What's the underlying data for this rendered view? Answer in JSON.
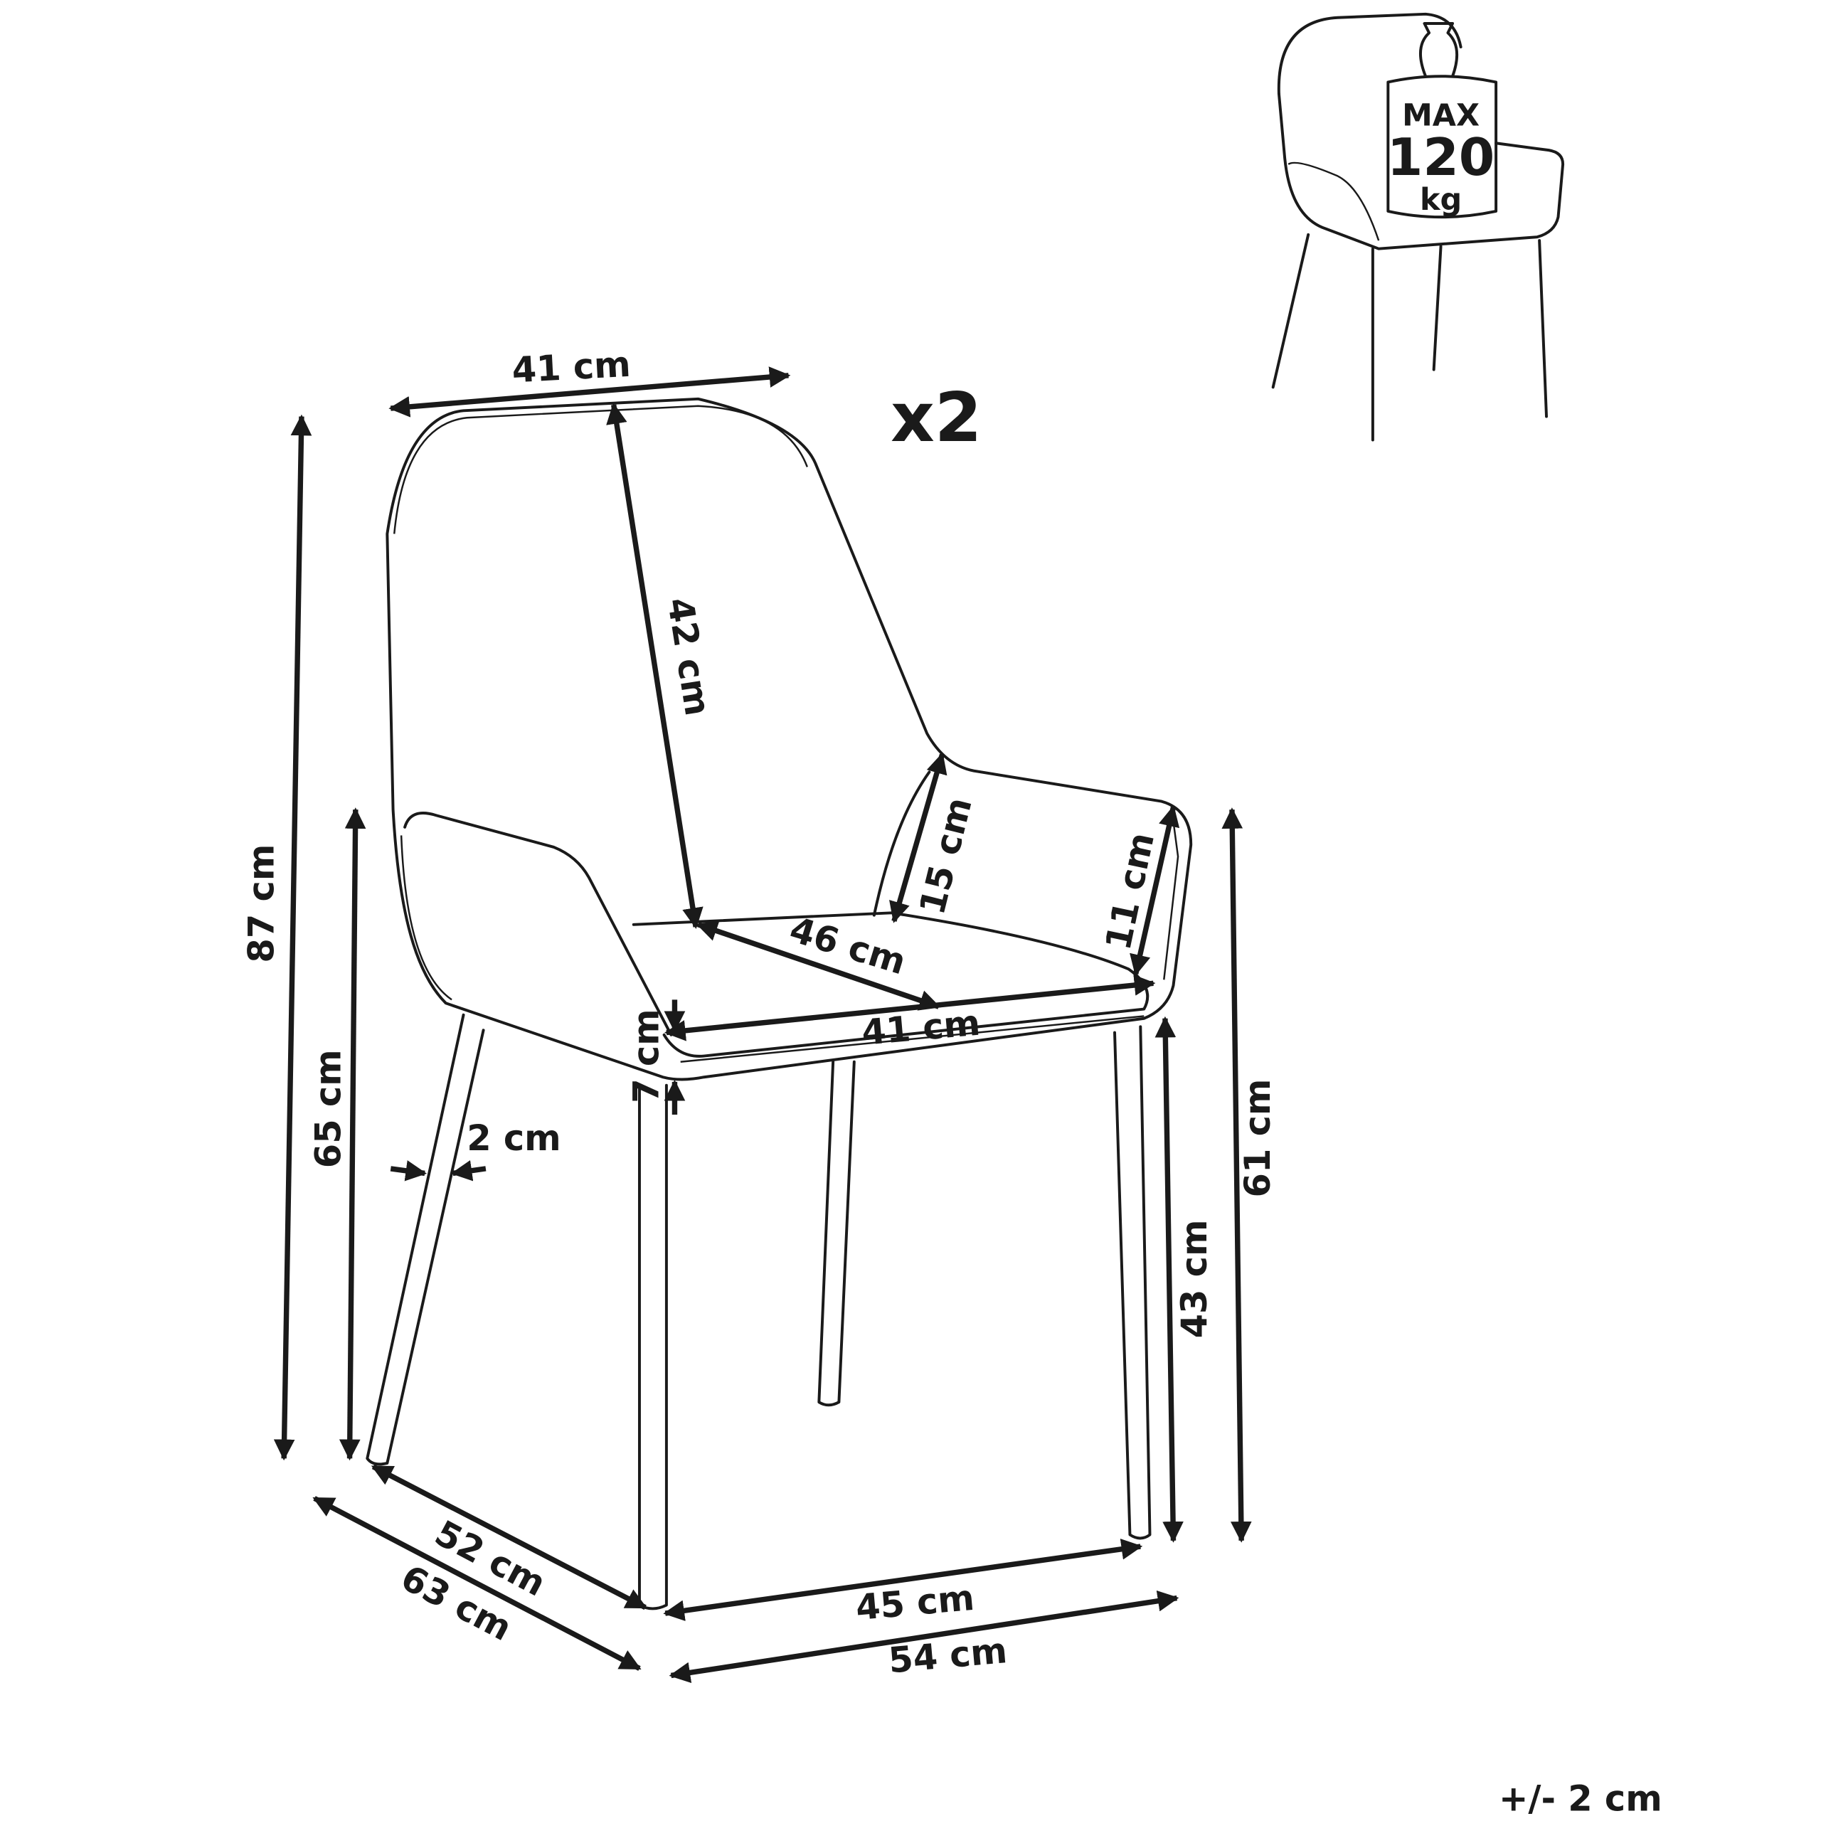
{
  "quantity": "x2",
  "tolerance": "+/- 2 cm",
  "load_badge": {
    "line1": "MAX",
    "line2": "120",
    "line3": "kg"
  },
  "dimensions": {
    "back_width": "41 cm",
    "back_height": "42 cm",
    "total_height": "87 cm",
    "armrest_height_total": "65 cm",
    "armrest_front_height": "15 cm",
    "armrest_back_height": "11 cm",
    "seat_depth": "46 cm",
    "seat_width": "41 cm",
    "seat_thickness": "7 cm",
    "leg_thickness": "2 cm",
    "armrest_floor_height": "61 cm",
    "seat_height": "43 cm",
    "leg_depth": "52 cm",
    "total_depth": "63 cm",
    "leg_width": "45 cm",
    "total_width": "54 cm"
  }
}
